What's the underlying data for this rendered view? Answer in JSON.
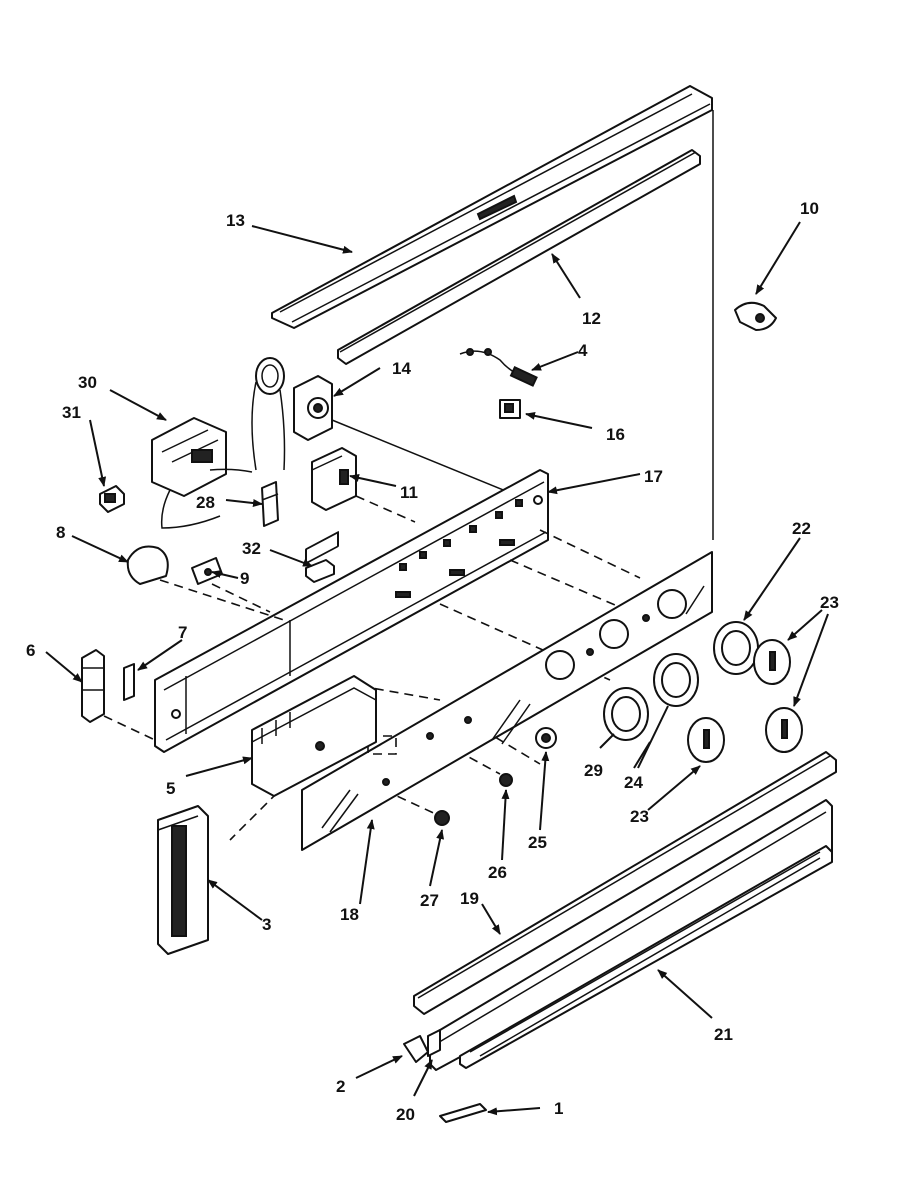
{
  "callouts": {
    "c1": "1",
    "c2": "2",
    "c3": "3",
    "c4": "4",
    "c5": "5",
    "c6": "6",
    "c7": "7",
    "c8": "8",
    "c9": "9",
    "c10": "10",
    "c11": "11",
    "c12": "12",
    "c13": "13",
    "c14": "14",
    "c16": "16",
    "c17": "17",
    "c18": "18",
    "c19": "19",
    "c20": "20",
    "c21": "21",
    "c22": "22",
    "c23a": "23",
    "c23b": "23",
    "c24": "24",
    "c25": "25",
    "c26": "26",
    "c27": "27",
    "c28": "28",
    "c29": "29",
    "c30": "30",
    "c31": "31",
    "c32": "32"
  },
  "colors": {
    "line": "#111111",
    "background": "#ffffff"
  }
}
